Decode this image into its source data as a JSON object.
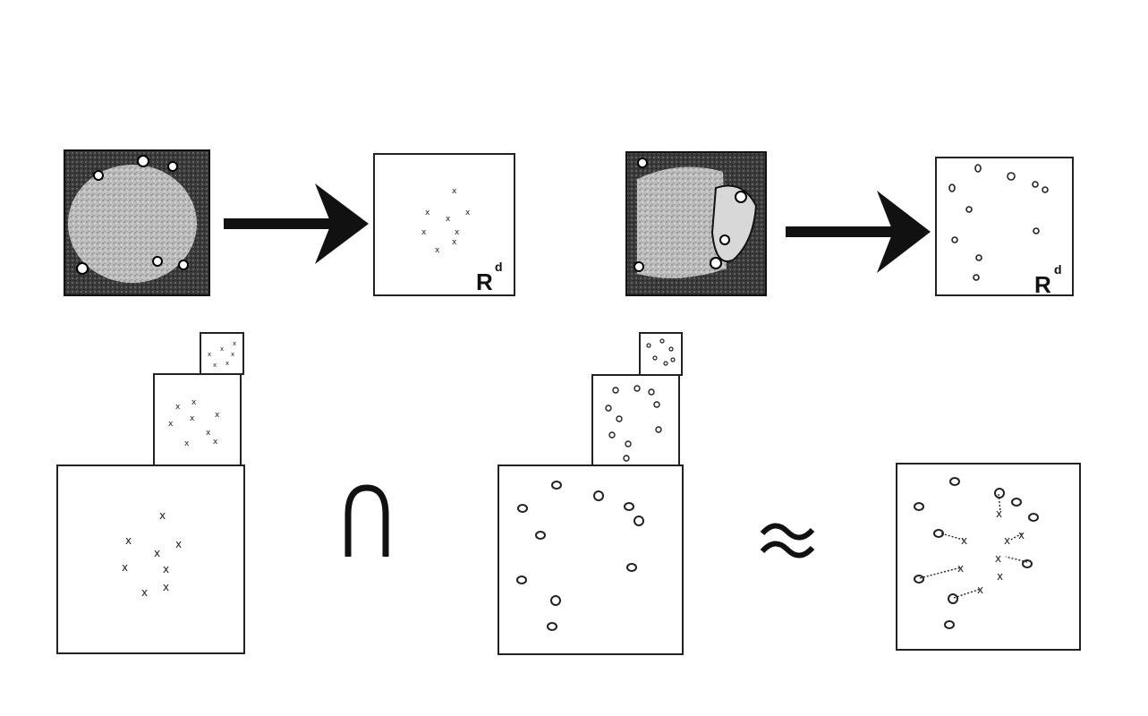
{
  "space_label_main": "R",
  "space_label_superscript": "d",
  "intersection_symbol": "∩",
  "approx_symbol": "≈",
  "icons": {
    "arrow": "arrow-right-icon",
    "photo": "photo-thumbnail"
  },
  "colors": {
    "ink": "#111111",
    "frame": "#222222",
    "paper": "#ffffff",
    "photo_dark": "#2a2a2a",
    "photo_light": "#c9c9c9"
  }
}
